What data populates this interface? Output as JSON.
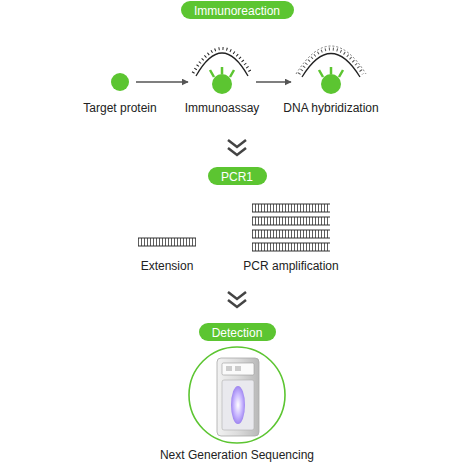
{
  "diagram": {
    "nodes": [
      {
        "text": [
          "Immunoreaction"
        ]
      },
      {
        "text": [
          "Target protein"
        ]
      },
      {
        "text": [
          "Immunoassay"
        ]
      },
      {
        "text": [
          "DNA hybridization"
        ]
      },
      {
        "text": [
          "PCR1"
        ]
      },
      {
        "text": [
          "Extension"
        ]
      },
      {
        "text": [
          "PCR amplification"
        ]
      },
      {
        "text": [
          "Detection"
        ]
      },
      {
        "text": [
          "Next Generation Sequencing"
        ]
      }
    ],
    "edges": [
      {
        "from": 1,
        "to": 2,
        "arrow": "to"
      },
      {
        "from": 2,
        "to": 3,
        "arrow": "to"
      }
    ]
  }
}
